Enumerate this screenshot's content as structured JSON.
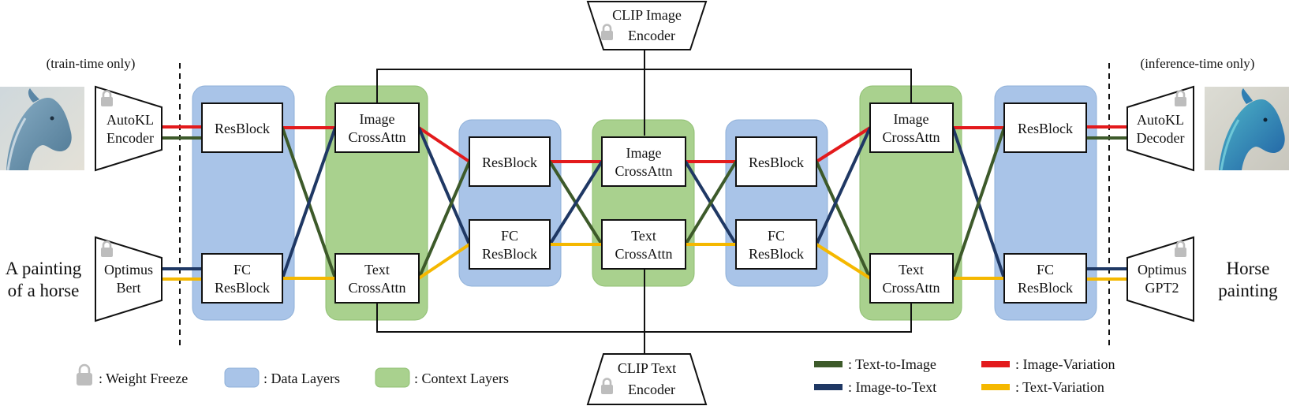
{
  "colors": {
    "text_to_image": "#3d5a2a",
    "image_to_text": "#1f3864",
    "image_variation": "#e31a1c",
    "text_variation": "#f5b800",
    "data_layer_fill": "#a9c4e8",
    "context_layer_fill": "#a9d18e",
    "lock": "#bdbdbd"
  },
  "notes": {
    "train_time": "(train-time only)",
    "inference_time": "(inference-time only)"
  },
  "inputs": {
    "text_left": [
      "A painting",
      "of a horse"
    ],
    "text_right": [
      "Horse",
      "painting"
    ]
  },
  "encoders": {
    "autokl_encoder": [
      "AutoKL",
      "Encoder"
    ],
    "optimus_bert": [
      "Optimus",
      "Bert"
    ],
    "autokl_decoder": [
      "AutoKL",
      "Decoder"
    ],
    "optimus_gpt2": [
      "Optimus",
      "GPT2"
    ],
    "clip_image": [
      "CLIP Image",
      "Encoder"
    ],
    "clip_text": [
      "CLIP Text",
      "Encoder"
    ]
  },
  "blocks": {
    "resblock": [
      "ResBlock"
    ],
    "fc_resblock": [
      "FC",
      "ResBlock"
    ],
    "image_crossattn": [
      "Image",
      "CrossAttn"
    ],
    "text_crossattn": [
      "Text",
      "CrossAttn"
    ]
  },
  "legend": {
    "weight_freeze": ": Weight Freeze",
    "data_layers": ": Data Layers",
    "context_layers": ": Context Layers",
    "text_to_image": ": Text-to-Image",
    "image_to_text": ": Image-to-Text",
    "image_variation": ": Image-Variation",
    "text_variation": ": Text-Variation"
  }
}
